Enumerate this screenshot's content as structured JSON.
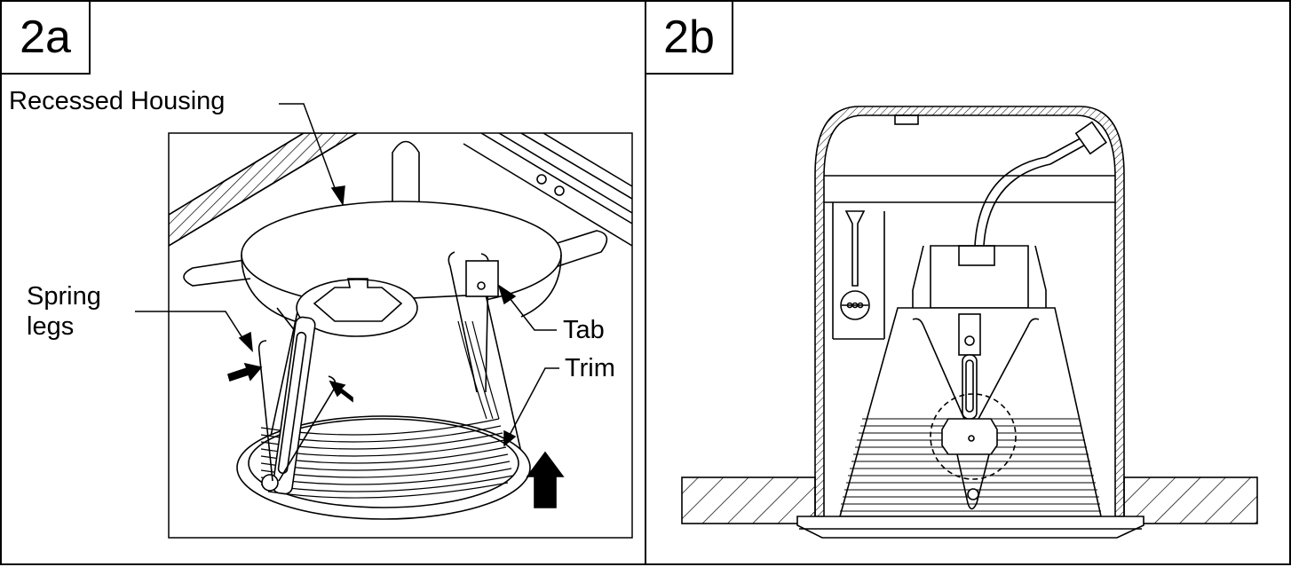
{
  "panels": [
    {
      "tag": "2a",
      "labels": {
        "recessed_housing": "Recessed Housing",
        "spring_legs_line1": "Spring",
        "spring_legs_line2": "legs",
        "tab": "Tab",
        "trim": "Trim"
      }
    },
    {
      "tag": "2b"
    }
  ],
  "colors": {
    "line": "#000000",
    "background": "#ffffff"
  }
}
